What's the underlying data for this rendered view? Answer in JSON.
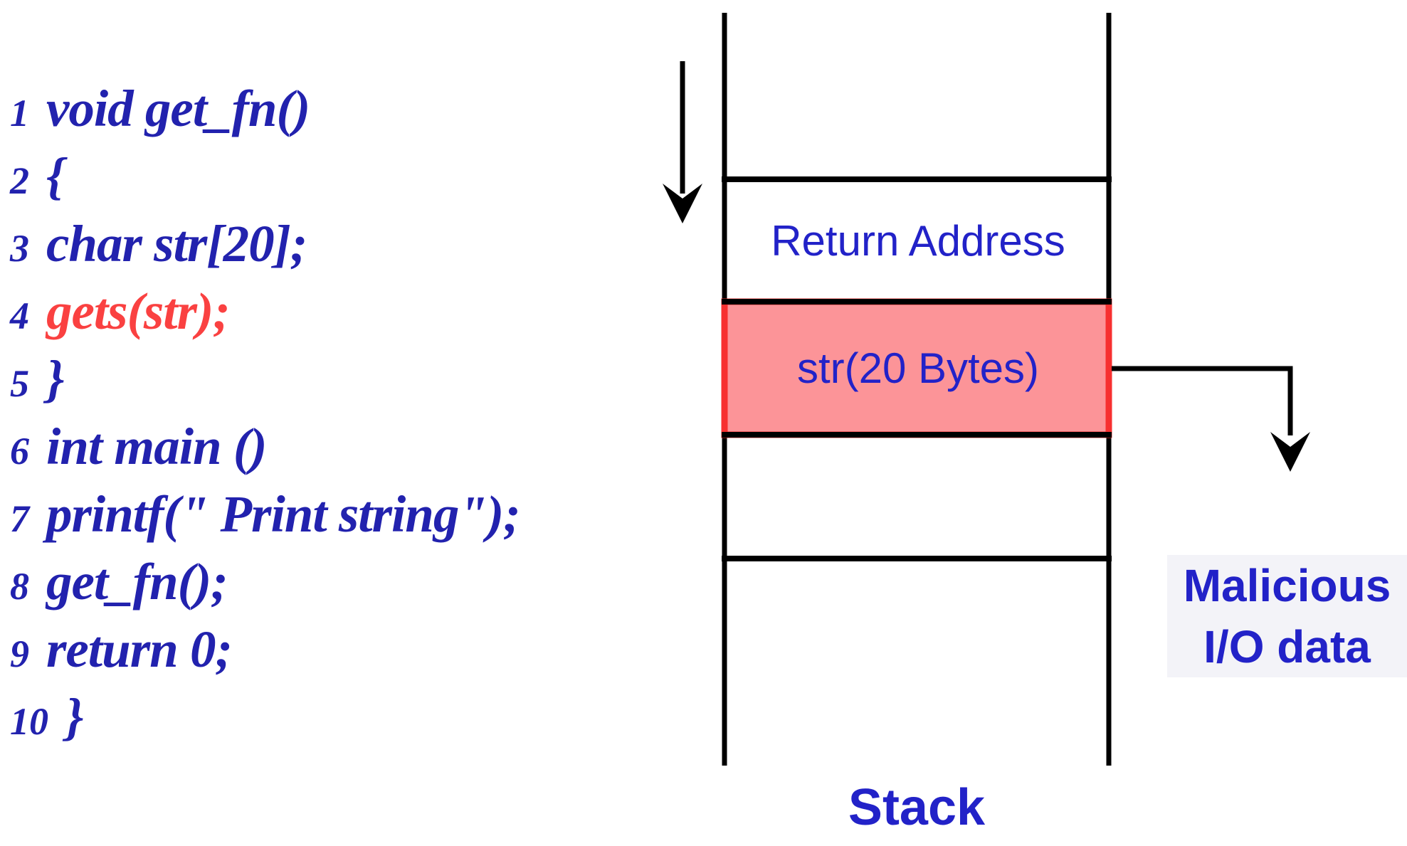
{
  "colors": {
    "code-blue": "#2222AE",
    "code-red": "#FA4141",
    "label-blue": "#2222C8",
    "stack-line": "#000000",
    "buffer-fill": "#FC9498",
    "buffer-border": "#F73030",
    "malicious-bg": "#F3F3F8"
  },
  "code": {
    "lines": [
      {
        "num": "1",
        "text": "void get_fn()",
        "tone": "blue"
      },
      {
        "num": "2",
        "text": "{",
        "tone": "blue"
      },
      {
        "num": "3",
        "text": "char str[20];",
        "tone": "blue"
      },
      {
        "num": "4",
        "text": "gets(str);",
        "tone": "red"
      },
      {
        "num": "5",
        "text": "}",
        "tone": "blue"
      },
      {
        "num": "6",
        "text": "int main ()",
        "tone": "blue"
      },
      {
        "num": "7",
        "text": "printf(\" Print string\");",
        "tone": "blue"
      },
      {
        "num": "8",
        "text": "get_fn();",
        "tone": "blue"
      },
      {
        "num": "9",
        "text": "return 0;",
        "tone": "blue"
      },
      {
        "num": "10",
        "text": "}",
        "tone": "blue"
      }
    ]
  },
  "stack": {
    "rows": {
      "return_address": "Return Address",
      "buffer": "str(20 Bytes)"
    },
    "caption": "Stack"
  },
  "annotations": {
    "malicious_line1": "Malicious",
    "malicious_line2": "I/O data"
  }
}
